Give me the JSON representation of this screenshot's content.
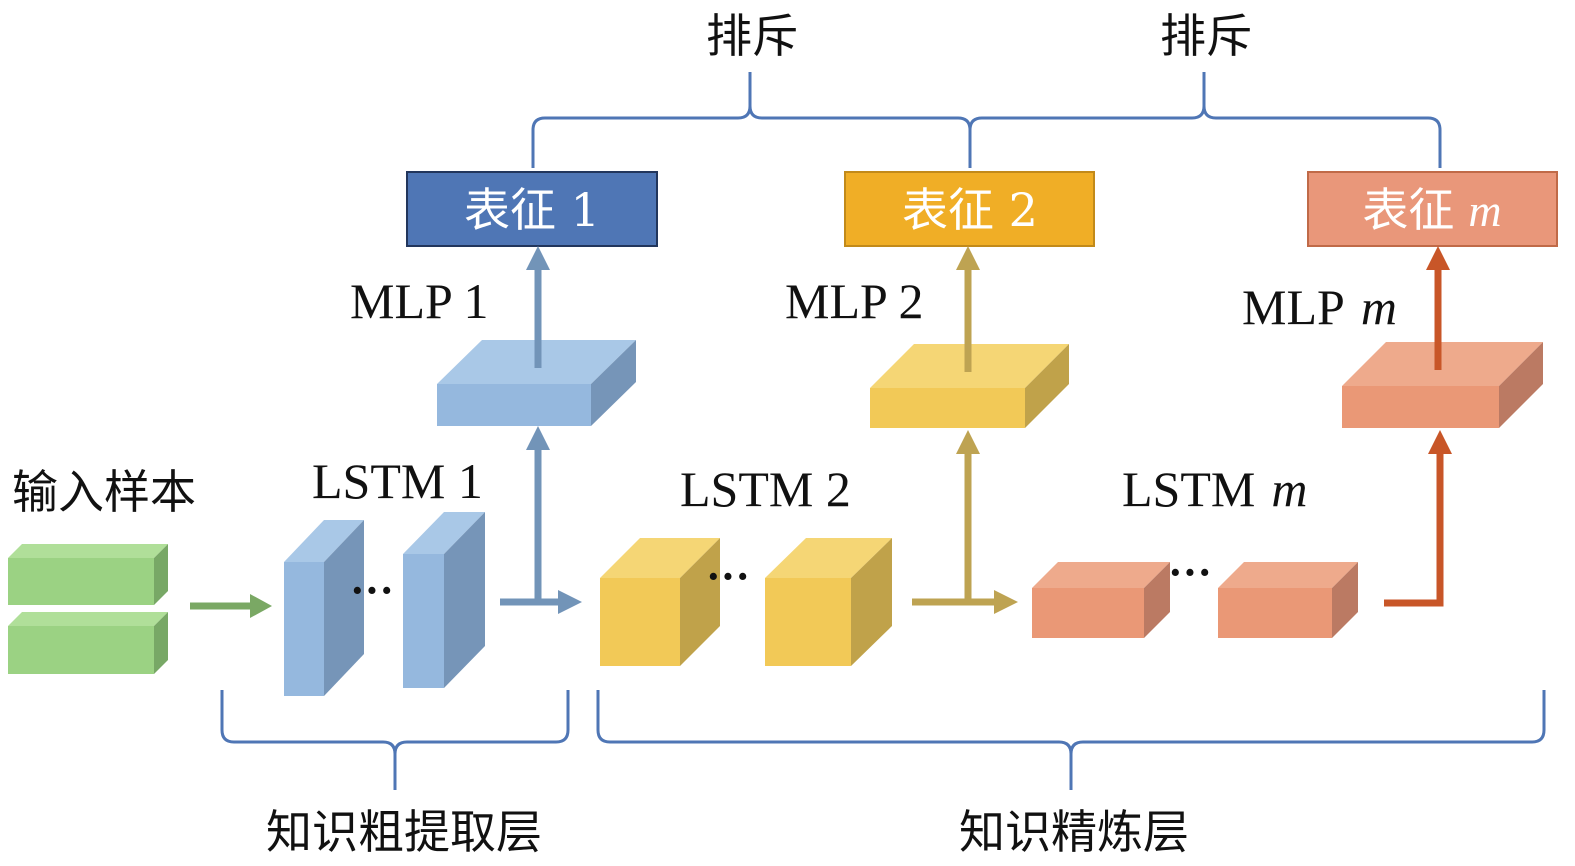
{
  "labels": {
    "repulsion_left": "排斥",
    "repulsion_right": "排斥",
    "repr1": "表征 1",
    "repr2": "表征 2",
    "repr_m_prefix": "表征",
    "repr_m_var": "m",
    "mlp1": "MLP 1",
    "mlp2": "MLP 2",
    "mlp_m_prefix": "MLP",
    "mlp_m_var": "m",
    "lstm1": "LSTM 1",
    "lstm2": "LSTM 2",
    "lstm_m_prefix": "LSTM",
    "lstm_m_var": "m",
    "input_samples": "输入样本",
    "coarse_layer": "知识粗提取层",
    "refine_layer": "知识精炼层",
    "ellipsis": "···"
  },
  "colors": {
    "blue_box": "#4f76b5",
    "orange_box": "#f0ae26",
    "salmon_box": "#e9977a",
    "blue_front": "#95b8de",
    "blue_side": "#7695b8",
    "blue_top": "#a9c8e7",
    "yellow_front": "#f2c957",
    "yellow_side": "#c0a24a",
    "yellow_top": "#f5d675",
    "salmon_front": "#ea9876",
    "salmon_side": "#bb7a63",
    "salmon_top": "#eeaa8c",
    "green_front": "#9bd283",
    "green_side": "#78a866",
    "green_top": "#b0df99",
    "blue_arrow": "#7294b8",
    "yellow_arrow": "#bea352",
    "salmon_arrow": "#c85628",
    "green_arrow": "#7aa864",
    "bracket": "#4f76b5"
  }
}
